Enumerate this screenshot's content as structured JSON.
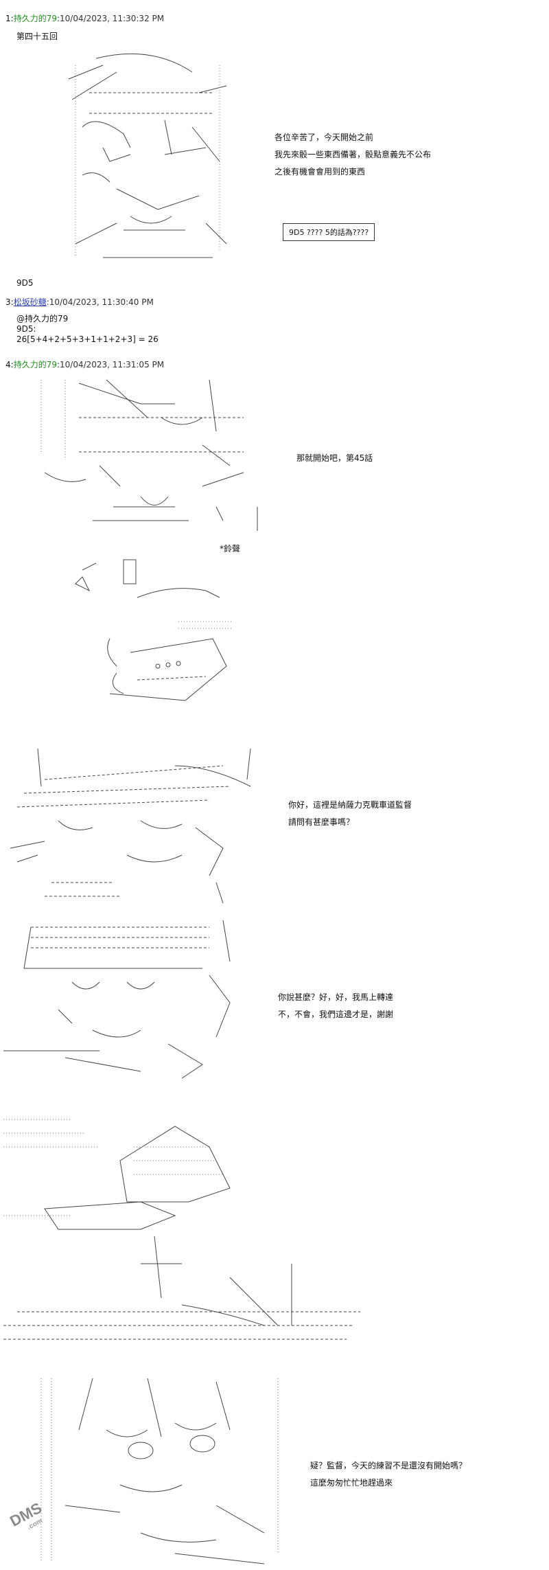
{
  "posts": [
    {
      "num": "1:",
      "author": "持久力的79",
      "date": ":10/04/2023, 11:30:32 PM"
    },
    {
      "num": "3:",
      "author": "松坂砂糖",
      "date": ":10/04/2023, 11:30:40 PM"
    },
    {
      "num": "4:",
      "author": "持久力的79",
      "date": ":10/04/2023, 11:31:05 PM"
    }
  ],
  "chapter_title": "第四十五回",
  "intro_lines": [
    "各位辛苦了，今天開始之前",
    "我先來骰一些東西備著，骰點意義先不公布",
    "之後有機會會用到的東西"
  ],
  "dice_box": "9D5 ???? 5的話為????",
  "dice_cmd": "9D5",
  "reply_lines": [
    "@持久力的79",
    "9D5:",
    "26[5+4+2+5+3+1+1+2+3] = 26"
  ],
  "start_text": "那就開始吧，第45話",
  "bell_sfx": "*鈴聲",
  "scene3_lines": [
    "你好，這裡是納薩力克戰車道監督",
    "請問有甚麼事嗎？"
  ],
  "scene4_lines": [
    "你說甚麼？好，好，我馬上轉達",
    "不，不會，我們這邊才是，謝謝"
  ],
  "scene6_lines": [
    "疑？監督，今天的練習不是還沒有開始嗎？",
    "這麼匆匆忙忙地趕過來"
  ],
  "watermark": "DMS",
  "watermark_sub": ".com"
}
